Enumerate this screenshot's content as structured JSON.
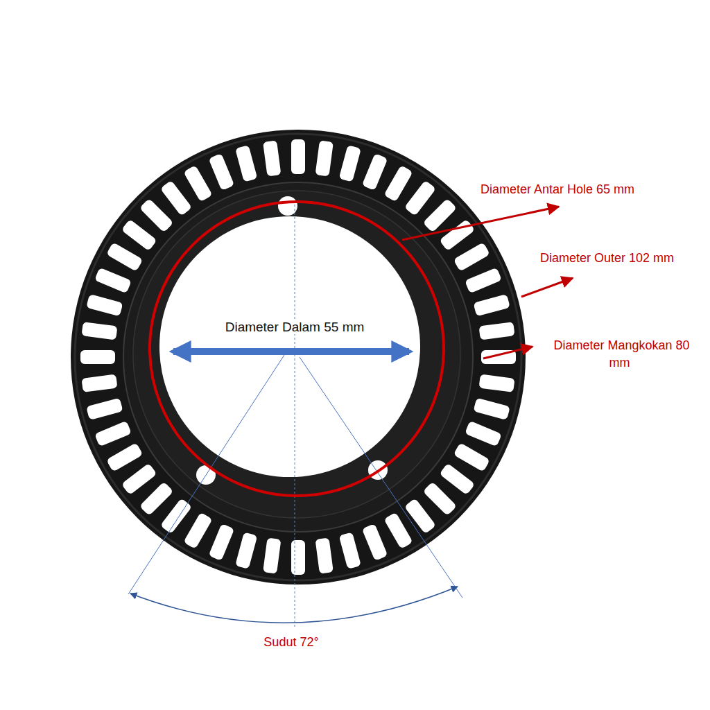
{
  "diagram": {
    "labels": [
      "Diameter Antar Hole 65 mm",
      "Diameter Outer 102 mm",
      "Diameter Mangkokan 80 mm",
      "Diameter Dalam 55 mm",
      "Sudut 72°"
    ]
  }
}
